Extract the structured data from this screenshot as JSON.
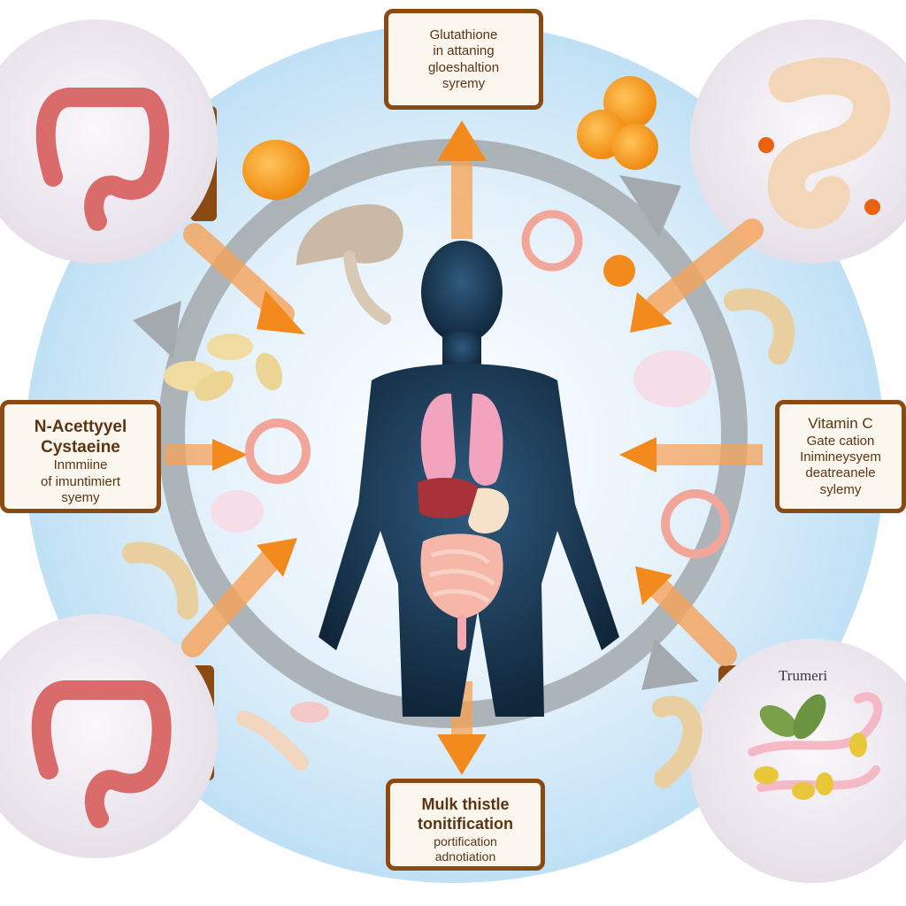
{
  "labels": {
    "top": {
      "line1": "Glutathione",
      "line2": "in attaning",
      "line3": "gloeshaltion",
      "line4": "syremy"
    },
    "left": {
      "line1": "N-Acettyyel",
      "line2": "Cystaeine",
      "line3": "Inmmiine",
      "line4": "of imuntimiert",
      "line5": "syemy"
    },
    "right": {
      "line1": "Vitamin C",
      "line2": "Gate cation",
      "line3": "Inimineysyem",
      "line4": "deatreanele",
      "line5": "sylemy"
    },
    "bottom": {
      "line1": "Mulk thistle",
      "line2": "tonitification",
      "line3": "portification",
      "line4": "adnotiation"
    },
    "turmeric": "Trumeri"
  },
  "colors": {
    "arrow_orange": "#f28a1e",
    "ring_gray": "#9aa1a6",
    "box_border": "#8a4a12",
    "box_fill": "#fbf6ee",
    "glow_blue": "#cfe6f7",
    "body_dark": "#1c3a55",
    "circle_fill": "#efe9f2"
  },
  "icons": [
    "colon-icon",
    "kidney-icon",
    "orange-slice-icon",
    "mushroom-icon",
    "capsule-icon",
    "intestine-icon",
    "cell-ring-icon",
    "liver-icon",
    "lungs-icon",
    "turmeric-leaf-icon"
  ]
}
